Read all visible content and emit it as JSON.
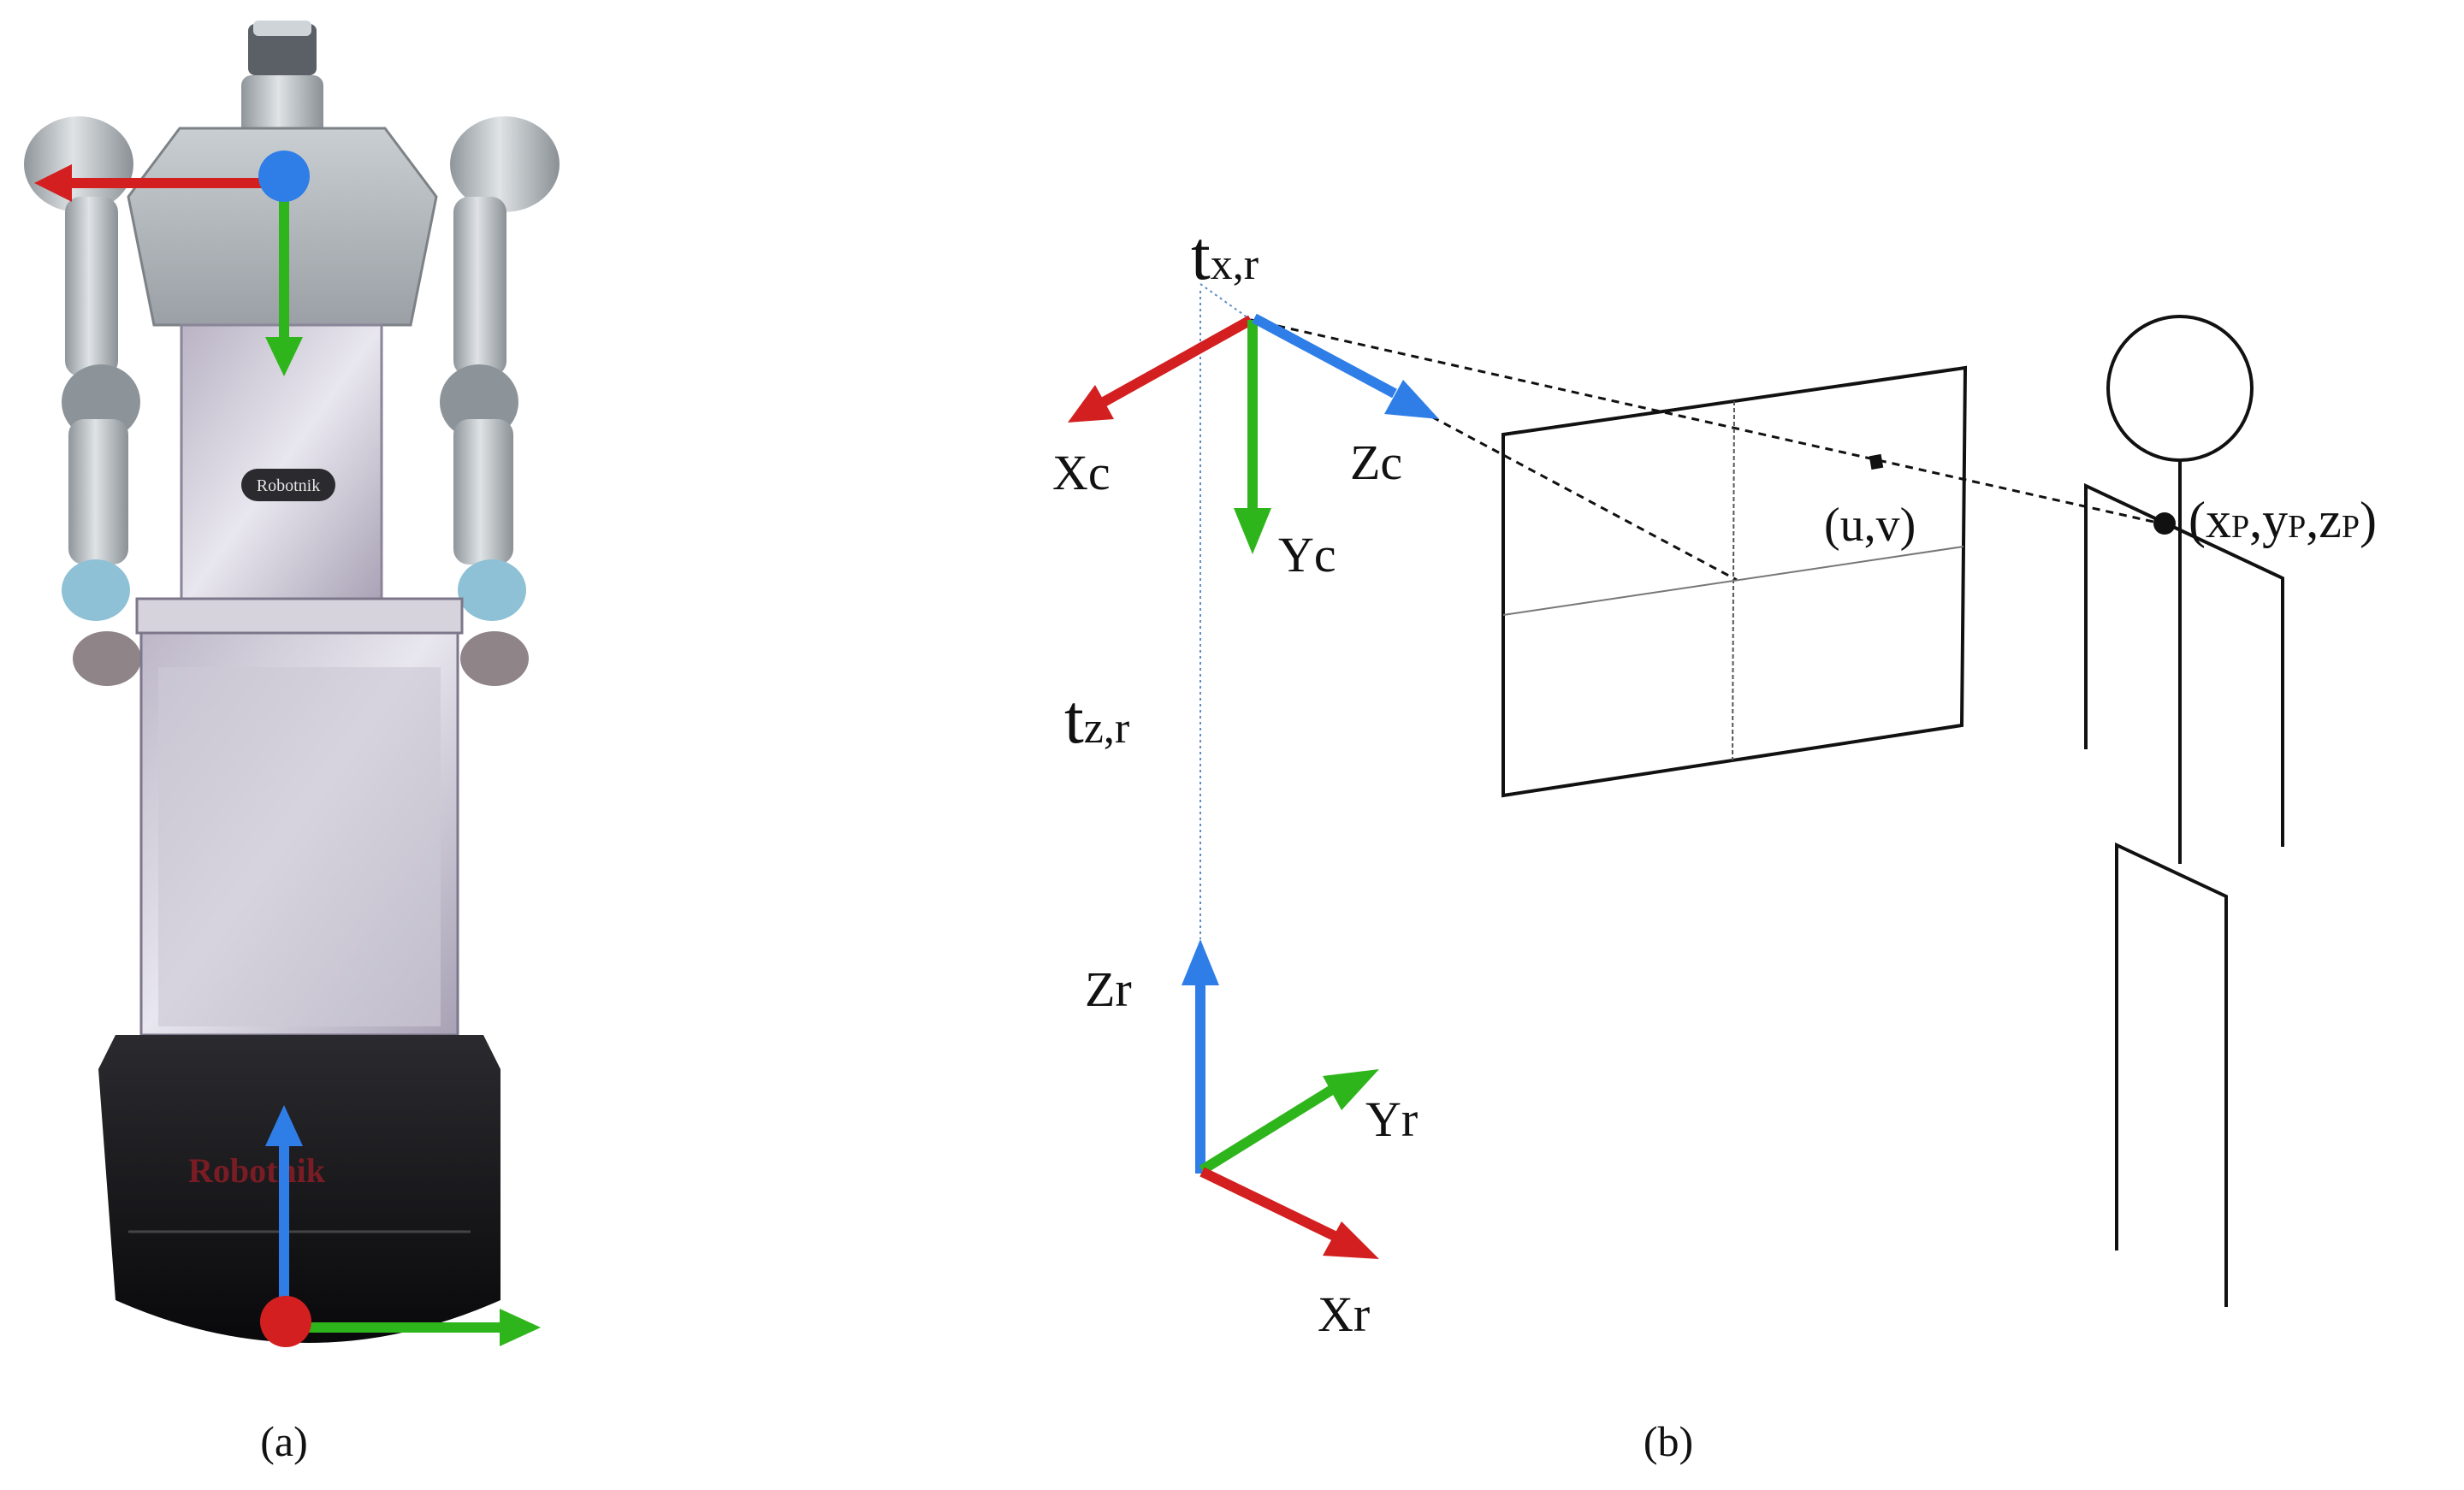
{
  "colors": {
    "x_axis": "#d31f1f",
    "y_axis": "#2fb51c",
    "z_axis": "#2f7ee8",
    "ink": "#111111"
  },
  "panel_a": {
    "caption": "(a)",
    "logo_text": "Robotnik",
    "base_logo_text": "Robotnik"
  },
  "panel_b": {
    "caption": "(b)",
    "camera_axes": {
      "x": "Xc",
      "y": "Yc",
      "z": "Zc"
    },
    "robot_axes": {
      "x": "Xr",
      "y": "Yr",
      "z": "Zr"
    },
    "translation_x": {
      "main": "t",
      "sub": "x,r"
    },
    "translation_z": {
      "main": "t",
      "sub": "z,r"
    },
    "pixel_label": "(u,v)",
    "point_label": {
      "open": "(x",
      "s1": "P",
      "c1": ",y",
      "s2": "P",
      "c2": ",z",
      "s3": "P",
      "close": ")"
    }
  }
}
